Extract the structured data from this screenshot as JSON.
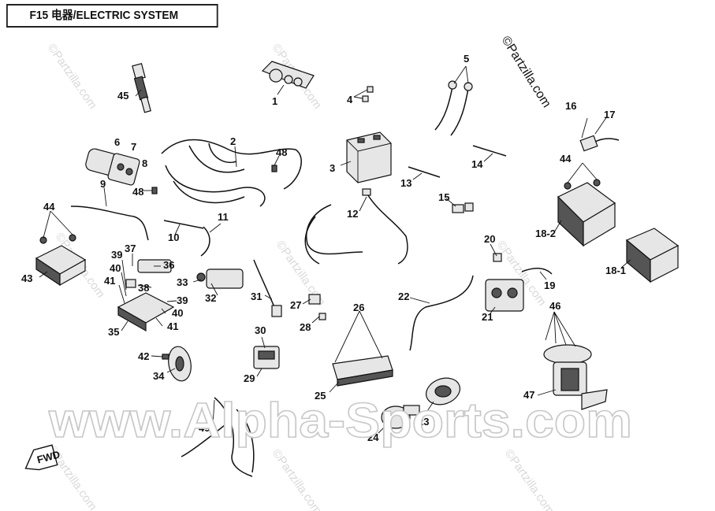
{
  "title": "F15  电器/ELECTRIC SYSTEM",
  "watermark": "www.Alpha-Sports.com",
  "watermark_small": "©Partzilla.com",
  "copyright": "©Partzilla.com",
  "fwd_label": "FWD",
  "labels": [
    {
      "id": "1",
      "text": "1"
    },
    {
      "id": "2",
      "text": "2"
    },
    {
      "id": "3",
      "text": "3"
    },
    {
      "id": "4",
      "text": "4"
    },
    {
      "id": "5",
      "text": "5"
    },
    {
      "id": "6",
      "text": "6"
    },
    {
      "id": "7",
      "text": "7"
    },
    {
      "id": "8",
      "text": "8"
    },
    {
      "id": "9",
      "text": "9"
    },
    {
      "id": "10",
      "text": "10"
    },
    {
      "id": "11",
      "text": "11"
    },
    {
      "id": "12",
      "text": "12"
    },
    {
      "id": "13",
      "text": "13"
    },
    {
      "id": "14",
      "text": "14"
    },
    {
      "id": "15",
      "text": "15"
    },
    {
      "id": "16",
      "text": "16"
    },
    {
      "id": "17",
      "text": "17"
    },
    {
      "id": "18-1",
      "text": "18-1"
    },
    {
      "id": "18-2",
      "text": "18-2"
    },
    {
      "id": "19",
      "text": "19"
    },
    {
      "id": "20",
      "text": "20"
    },
    {
      "id": "21",
      "text": "21"
    },
    {
      "id": "22",
      "text": "22"
    },
    {
      "id": "23",
      "text": "23"
    },
    {
      "id": "24",
      "text": "24"
    },
    {
      "id": "25",
      "text": "25"
    },
    {
      "id": "26",
      "text": "26"
    },
    {
      "id": "27",
      "text": "27"
    },
    {
      "id": "28",
      "text": "28"
    },
    {
      "id": "29",
      "text": "29"
    },
    {
      "id": "30",
      "text": "30"
    },
    {
      "id": "31",
      "text": "31"
    },
    {
      "id": "32",
      "text": "32"
    },
    {
      "id": "33",
      "text": "33"
    },
    {
      "id": "34",
      "text": "34"
    },
    {
      "id": "35",
      "text": "35"
    },
    {
      "id": "36",
      "text": "36"
    },
    {
      "id": "37",
      "text": "37"
    },
    {
      "id": "38",
      "text": "38"
    },
    {
      "id": "39a",
      "text": "39"
    },
    {
      "id": "39b",
      "text": "39"
    },
    {
      "id": "40a",
      "text": "40"
    },
    {
      "id": "40b",
      "text": "40"
    },
    {
      "id": "41a",
      "text": "41"
    },
    {
      "id": "41b",
      "text": "41"
    },
    {
      "id": "42",
      "text": "42"
    },
    {
      "id": "43",
      "text": "43"
    },
    {
      "id": "44a",
      "text": "44"
    },
    {
      "id": "44b",
      "text": "44"
    },
    {
      "id": "45",
      "text": "45"
    },
    {
      "id": "46",
      "text": "46"
    },
    {
      "id": "47",
      "text": "47"
    },
    {
      "id": "48a",
      "text": "48"
    },
    {
      "id": "48b",
      "text": "48"
    },
    {
      "id": "49",
      "text": "49"
    }
  ]
}
